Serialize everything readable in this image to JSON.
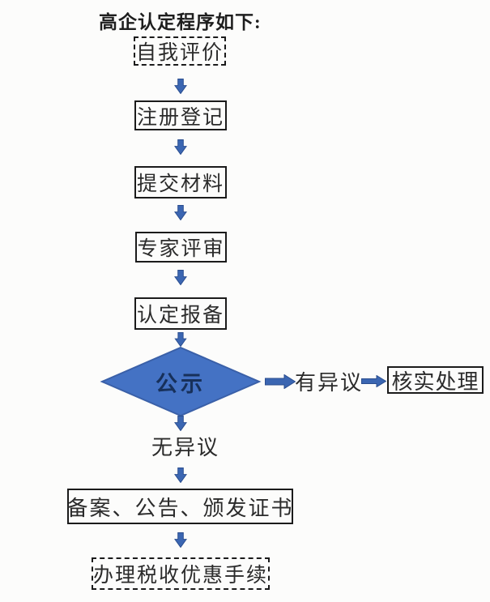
{
  "title": "高企认定程序如下:",
  "colors": {
    "page-bg": "#fcfcfb",
    "ink": "#1e1e1e",
    "ink-soft": "#2b2b2b",
    "box-border": "#1b1b1b",
    "arrow-fill": "#3b66b2",
    "arrow-stroke": "#2a4d8e",
    "diamond-fill": "#4472c4",
    "diamond-stroke": "#3a60a8",
    "diamond-ink": "#17305a"
  },
  "flow": {
    "steps": [
      {
        "label": "自我评价",
        "style": "dashed"
      },
      {
        "label": "注册登记",
        "style": "solid"
      },
      {
        "label": "提交材料",
        "style": "solid"
      },
      {
        "label": "专家评审",
        "style": "solid"
      },
      {
        "label": "认定报备",
        "style": "solid"
      }
    ],
    "decision": {
      "label": "公示"
    },
    "branch": {
      "condition_label": "有异议",
      "result_label": "核实处理"
    },
    "no_objection_label": "无异议",
    "final_steps": [
      {
        "label": "备案、公告、颁发证书",
        "style": "solid"
      },
      {
        "label": "办理税收优惠手续",
        "style": "dashed"
      }
    ]
  }
}
